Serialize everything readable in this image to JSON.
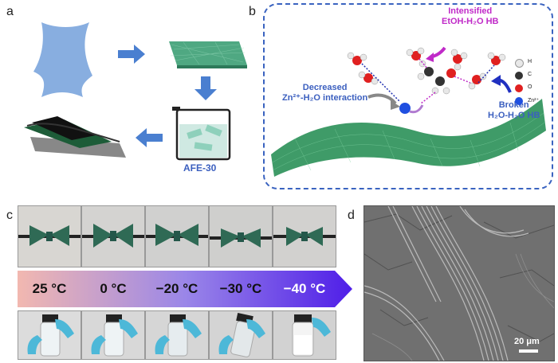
{
  "panels": {
    "a": "a",
    "b": "b",
    "c": "c",
    "d": "d"
  },
  "panel_a": {
    "beaker_label": "AFE-30"
  },
  "panel_b": {
    "intensified_line1": "Intensified",
    "intensified_line2": "EtOH-H₂O HB",
    "decreased_line1": "Decreased",
    "decreased_line2": "Zn²⁺-H₂O interaction",
    "broken_line1": "Broken",
    "broken_line2": "H₂O-H₂O HB",
    "legend": [
      {
        "label": "H",
        "color": "#e8e8e8"
      },
      {
        "label": "C",
        "color": "#333333"
      },
      {
        "label": "O",
        "color": "#e02020"
      },
      {
        "label": "Zn²⁺",
        "color": "#1f4fe0"
      }
    ]
  },
  "panel_c": {
    "temperatures": [
      "25 °C",
      "0 °C",
      "−20 °C",
      "−30 °C",
      "−40 °C"
    ],
    "gradient_start": "#f2b8b0",
    "gradient_end": "#4f1ee8"
  },
  "panel_d": {
    "scale_bar": "20 μm"
  }
}
